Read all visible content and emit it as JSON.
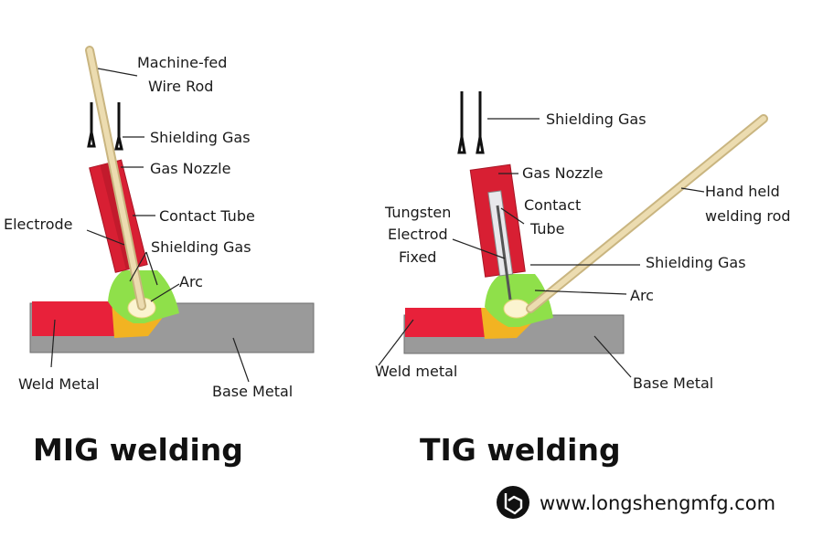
{
  "colors": {
    "background": "#ffffff",
    "weld_metal": "#e8213a",
    "base_metal": "#9a9a9a",
    "gas_nozzle": "#d81f33",
    "shielding_gas": "#8fe04a",
    "weld_pool": "#f2b322",
    "arc": "#fbf4d0",
    "rod": "#e6d2a2"
  },
  "mig": {
    "title": "MIG welding",
    "labels": {
      "wire_rod_line1": "Machine-fed",
      "wire_rod_line2": "Wire Rod",
      "shielding_gas_top": "Shielding Gas",
      "gas_nozzle": "Gas Nozzle",
      "electrode": "Electrode",
      "contact_tube": "Contact Tube",
      "shielding_gas": "Shielding Gas",
      "arc": "Arc",
      "weld_metal": "Weld Metal",
      "base_metal": "Base Metal"
    }
  },
  "tig": {
    "title": "TIG welding",
    "labels": {
      "shielding_gas_top": "Shielding Gas",
      "gas_nozzle": "Gas Nozzle",
      "tungsten_line1": "Tungsten",
      "tungsten_line2": "Electrod",
      "tungsten_line3": "Fixed",
      "contact_tube_line1": "Contact",
      "contact_tube_line2": "Tube",
      "hand_rod_line1": "Hand held",
      "hand_rod_line2": "welding rod",
      "shielding_gas": "Shielding Gas",
      "arc": "Arc",
      "weld_metal": "Weld metal",
      "base_metal": "Base Metal"
    }
  },
  "watermark": {
    "url": "www.longshengmfg.com",
    "logo_icon": "longsheng-logo-icon"
  }
}
